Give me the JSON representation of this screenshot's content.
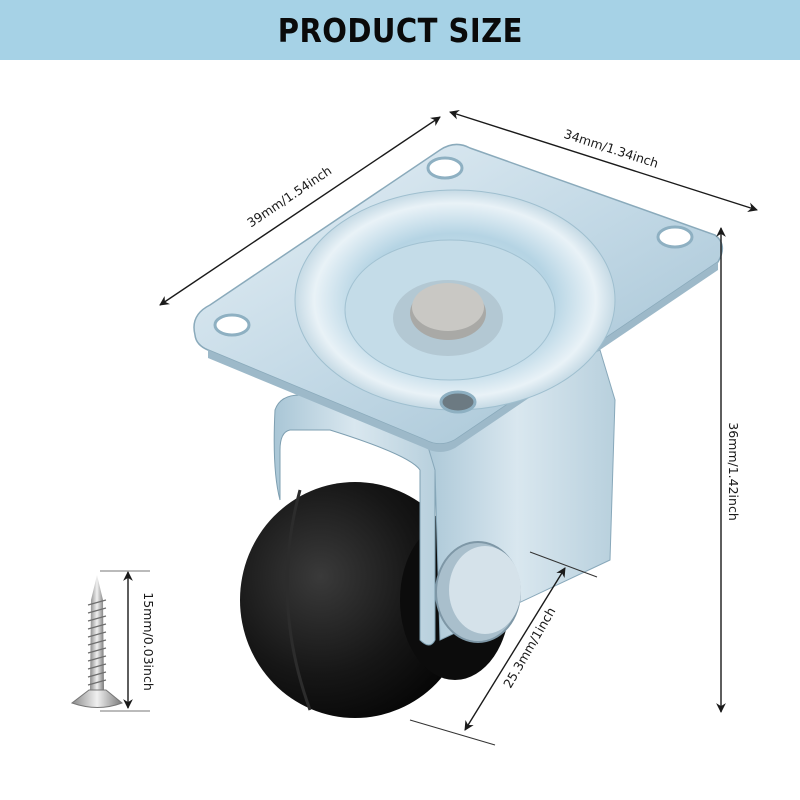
{
  "banner": {
    "title": "PRODUCT SIZE",
    "background_color": "#a6d2e6",
    "text_color": "#0a0a0a"
  },
  "product": {
    "name": "swivel-caster-wheel",
    "parts": [
      "top-mounting-plate",
      "swivel-bearing",
      "fork-bracket",
      "black-rubber-wheel",
      "axle-cap"
    ],
    "accessory": "countersunk-wood-screw"
  },
  "dimensions": {
    "plate_width": "39mm/1.54inch",
    "plate_depth": "34mm/1.34inch",
    "total_height": "36mm/1.42inch",
    "wheel_width": "25.3mm/1inch",
    "screw_length": "15mm/0.03inch"
  },
  "colors": {
    "metal": "#c9dde8",
    "metal_dark": "#8fb1c4",
    "wheel": "#151515",
    "arrow": "#1a1a1a"
  }
}
